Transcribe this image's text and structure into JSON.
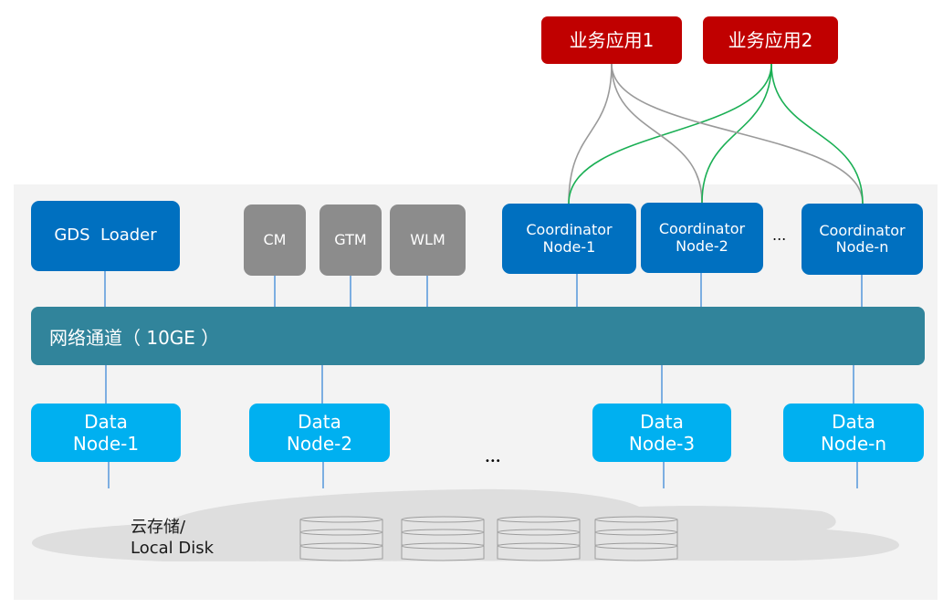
{
  "title": "GaussDB distributed architecture",
  "colors": {
    "app": "#c00000",
    "coordinator": "#0070c0",
    "management": "#8c8c8c",
    "network": "#31849b",
    "data_node": "#00b0f0",
    "app1_link": "#9a9a9a",
    "app2_link": "#1aaf54",
    "node_link": "#4a90d9"
  },
  "applications": [
    {
      "label": "业务应用1"
    },
    {
      "label": "业务应用2"
    }
  ],
  "loader": {
    "label": "GDS  Loader"
  },
  "management": [
    {
      "label": "CM"
    },
    {
      "label": "GTM"
    },
    {
      "label": "WLM"
    }
  ],
  "coordinators": [
    {
      "line1": "Coordinator",
      "line2": "Node-1"
    },
    {
      "line1": "Coordinator",
      "line2": "Node-2"
    },
    {
      "line1": "Coordinator",
      "line2": "Node-n"
    }
  ],
  "coordinator_ellipsis": "...",
  "network": {
    "label": "网络通道（ 10GE ）"
  },
  "data_nodes": [
    {
      "line1": "Data",
      "line2": "Node-1"
    },
    {
      "line1": "Data",
      "line2": "Node-2"
    },
    {
      "line1": "Data",
      "line2": "Node-3"
    },
    {
      "line1": "Data",
      "line2": "Node-n"
    }
  ],
  "data_node_ellipsis": "•••",
  "storage": {
    "line1": "云存储/",
    "line2": "Local Disk",
    "disk_count": 4
  }
}
